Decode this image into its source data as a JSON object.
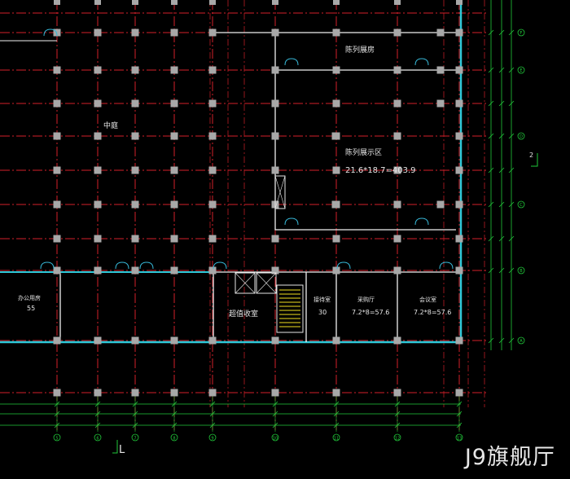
{
  "rooms": {
    "display_booth": "陈列展房",
    "display_area": "陈列展示区",
    "display_area_size": "21.6*18.7=403.9",
    "atrium": "中庭",
    "office": "办公用房",
    "office_area": "55",
    "duty_room": "超值收室",
    "reception": "接待室",
    "reception_area": "30",
    "sales_hall_1": "采购厅",
    "sales_hall_1_size": "7.2*8=57.6",
    "sales_hall_2": "会议室",
    "sales_hall_2_size": "7.2*8=57.6"
  },
  "axes": {
    "bottom": [
      "5",
      "6",
      "7",
      "8",
      "9",
      "10",
      "11",
      "12",
      "13"
    ],
    "right": [
      "F",
      "E",
      "D",
      "C",
      "B",
      "A"
    ]
  },
  "markers": {
    "left_axis_mark": "L",
    "right_axis_mark": "2"
  },
  "watermark": "J9旗舰厅",
  "colors": {
    "grid": "#d4202a",
    "wall": "#2ec8d8",
    "column": "#a8a8a8",
    "dim": "#21c83a",
    "text": "#e6e6e6",
    "door": "#36b7d6"
  }
}
